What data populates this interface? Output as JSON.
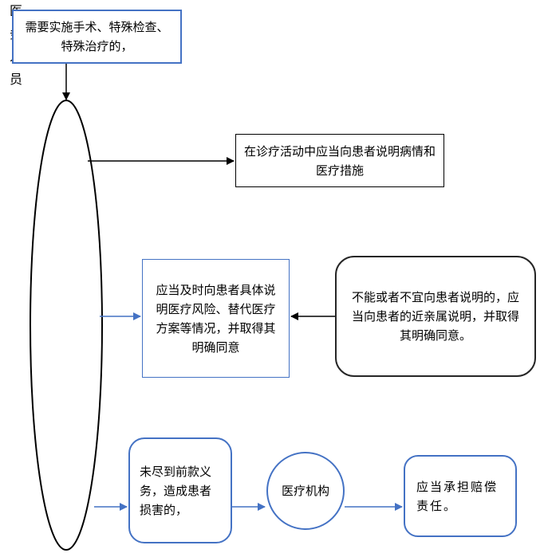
{
  "nodes": {
    "top": "需要实施手术、特殊检查、特殊治疗的，",
    "explain": "在诊疗活动中应当向患者说明病情和医疗措施",
    "specific": "应当及时向患者具体说明医疗风险、替代医疗方案等情况，并取得其明确同意",
    "relatives": "不能或者不宜向患者说明的，应当向患者的近亲属说明，并取得其明确同意。",
    "failed": "未尽到前款义务，造成患者损害的，",
    "institution": "医疗机构",
    "liability": "应当承担赔偿责任。"
  },
  "staff": {
    "chars": [
      "医",
      "务",
      "人",
      "员"
    ]
  },
  "colors": {
    "blue": "#4472c4",
    "black": "#000000",
    "dark": "#262626"
  }
}
